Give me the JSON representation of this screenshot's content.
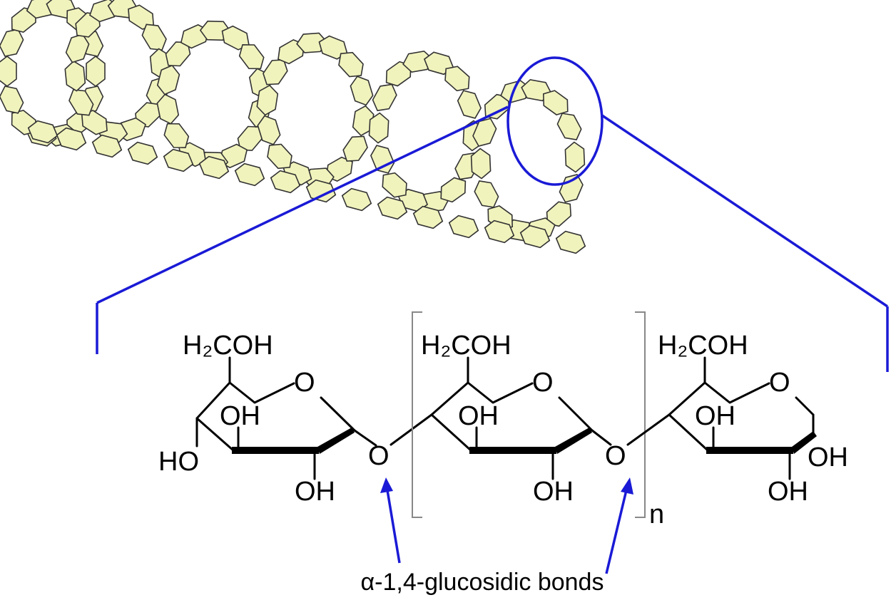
{
  "colors": {
    "accent": "#1a1ad6",
    "unit_fill": "#f1f3bd",
    "unit_stroke": "#333333"
  },
  "structure": {
    "units": [
      {
        "ch2oh": "H₂COH",
        "ring_o": "O",
        "oh_c3": "OH",
        "oh_c4": "HO",
        "oh_c2": "OH"
      },
      {
        "ch2oh": "H₂COH",
        "ring_o": "O",
        "oh_c3": "OH",
        "oh_c2": "OH"
      },
      {
        "ch2oh": "H₂COH",
        "ring_o": "O",
        "oh_c3": "OH",
        "oh_c2": "OH",
        "oh_c1": "OH"
      }
    ],
    "glycosidic_o": [
      "O",
      "O"
    ],
    "repeat_index": "n"
  },
  "caption": "α-1,4-glucosidic bonds"
}
